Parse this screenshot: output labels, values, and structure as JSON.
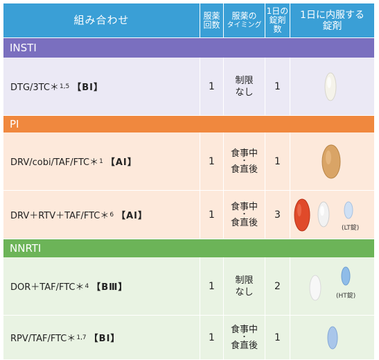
{
  "header": {
    "combination": "組み合わせ",
    "doses_l1": "服薬",
    "doses_l2": "回数",
    "timing_l1": "服薬の",
    "timing_l2": "タイミング",
    "tablets_l1": "1日の",
    "tablets_l2": "錠剤数",
    "daily_l1": "1日に内服する",
    "daily_l2": "錠剤"
  },
  "colors": {
    "header": "#3a9fd6",
    "insti": "#7a6fbf",
    "insti_row": "#ebe9f5",
    "pi": "#f0883e",
    "pi_row": "#fde9db",
    "nnrti": "#6cb458",
    "nnrti_row": "#e9f3e3"
  },
  "sections": [
    {
      "label": "INSTI",
      "rows": [
        {
          "name": "DTG/3TC＊",
          "sup": "1,5",
          "grade": "【BⅠ】",
          "doses": "1",
          "timing_top": "制限",
          "timing_dot": "",
          "timing_bottom": "なし",
          "tablets": "1",
          "note": ""
        }
      ]
    },
    {
      "label": "PI",
      "rows": [
        {
          "name": "DRV/cobi/TAF/FTC＊",
          "sup": "1",
          "grade": "【AⅠ】",
          "doses": "1",
          "timing_top": "食事中",
          "timing_dot": "・",
          "timing_bottom": "食直後",
          "tablets": "1",
          "note": ""
        },
        {
          "name": "DRV＋RTV＋TAF/FTC＊",
          "sup": "6",
          "grade": "【AⅠ】",
          "doses": "1",
          "timing_top": "食事中",
          "timing_dot": "・",
          "timing_bottom": "食直後",
          "tablets": "3",
          "note": "(LT錠)"
        }
      ]
    },
    {
      "label": "NNRTI",
      "rows": [
        {
          "name": "DOR＋TAF/FTC＊",
          "sup": "4",
          "grade": "【BⅢ】",
          "doses": "1",
          "timing_top": "制限",
          "timing_dot": "",
          "timing_bottom": "なし",
          "tablets": "2",
          "note": "(HT錠)"
        },
        {
          "name": "RPV/TAF/FTC＊",
          "sup": "1,7",
          "grade": "【BⅠ】",
          "doses": "1",
          "timing_top": "食事中",
          "timing_dot": "・",
          "timing_bottom": "食直後",
          "tablets": "1",
          "note": ""
        }
      ]
    }
  ]
}
